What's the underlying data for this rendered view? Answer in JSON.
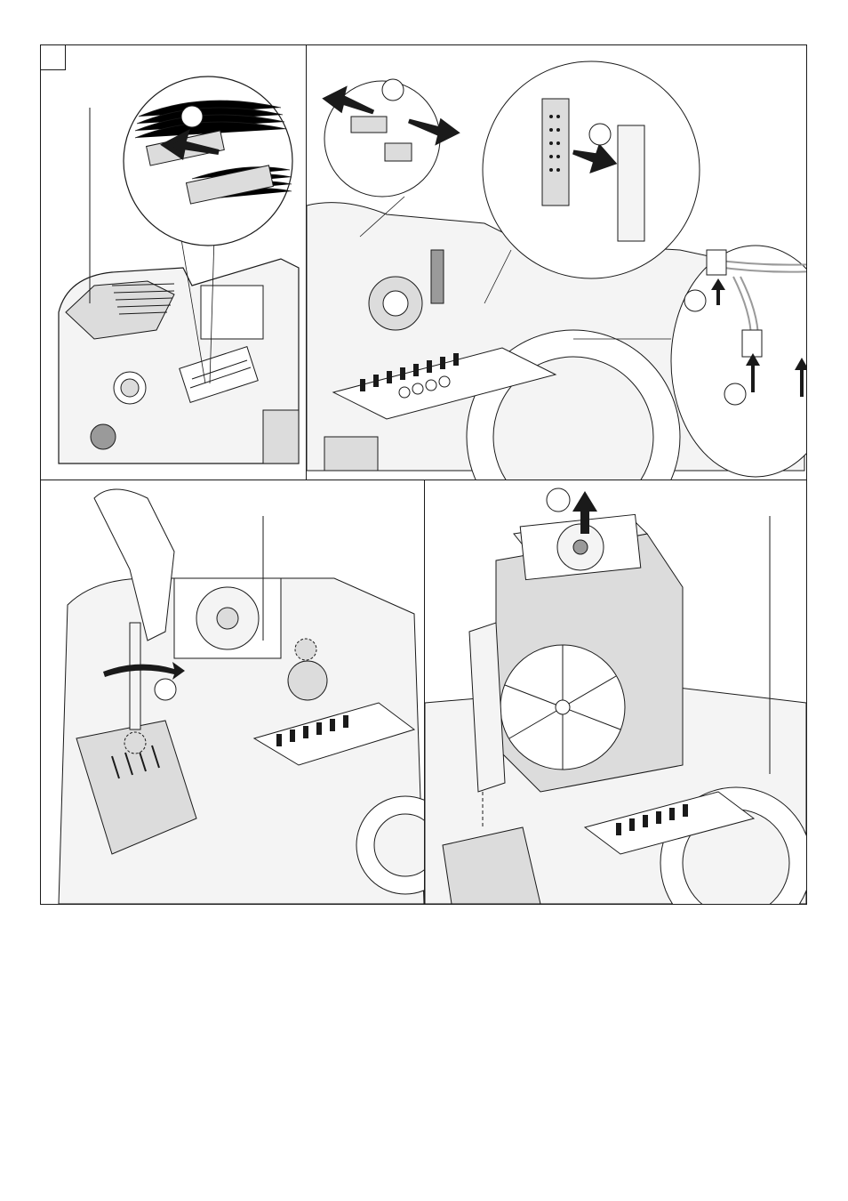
{
  "page": {
    "illustration": "fixture-disassembly-step",
    "line_color": "#1a1a1a",
    "fill_light": "#f4f4f4",
    "fill_mid": "#dcdcdc",
    "fill_dark": "#9a9a9a",
    "arrow_color": "#1a1a1a"
  },
  "panels": [
    {
      "id": "panel-top-left",
      "callouts": [
        "connector"
      ]
    },
    {
      "id": "panel-top-right",
      "callouts": [
        "connector-pair",
        "ribbon-connector",
        "cable-plugs"
      ]
    },
    {
      "id": "panel-bottom-left",
      "callouts": [
        "screwdriver",
        "screws"
      ]
    },
    {
      "id": "panel-bottom-right",
      "callouts": [
        "module-lift"
      ]
    }
  ]
}
